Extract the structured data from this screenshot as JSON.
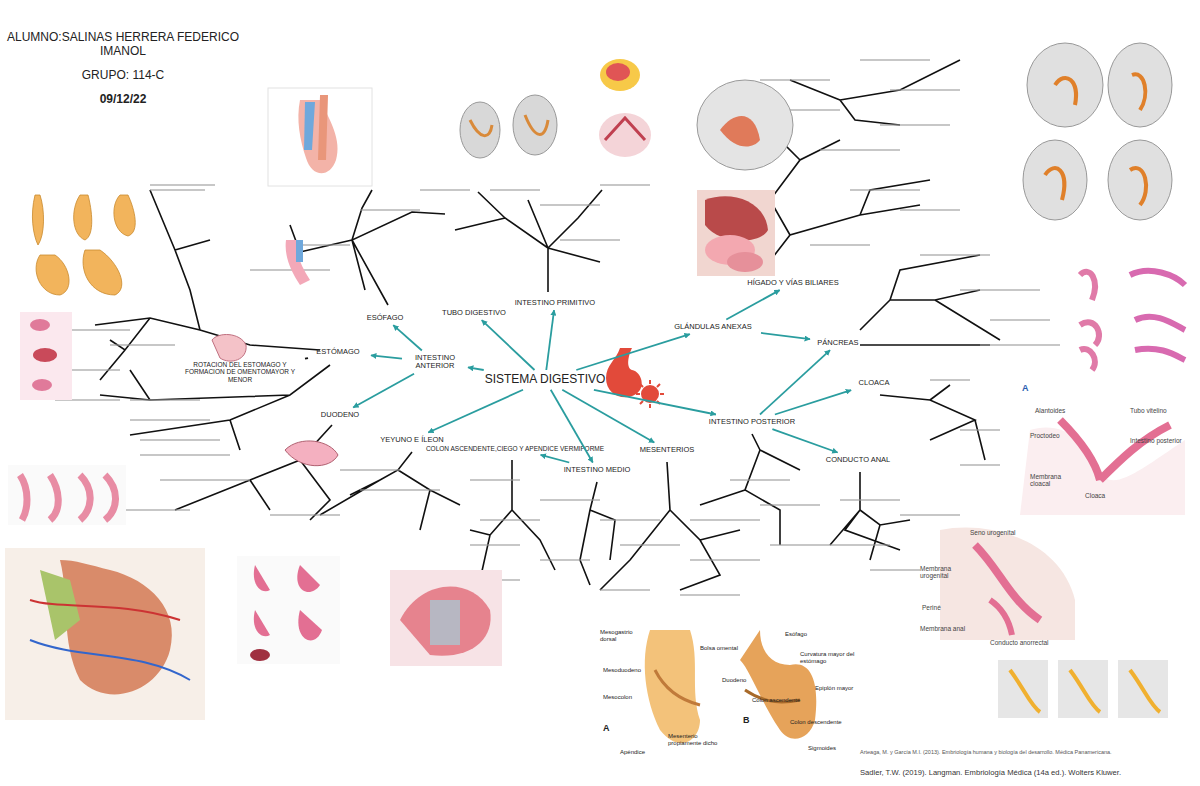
{
  "diagram": {
    "nodes": [
      {
        "text": [
          "SISTEMA DIGESTIVO"
        ]
      },
      {
        "text": [
          "INTESTINO ANTERIOR"
        ]
      },
      {
        "text": [
          "ESÓFAGO"
        ]
      },
      {
        "text": [
          "ESTÓMAGO"
        ]
      },
      {
        "text": [
          "ROTACION DEL ESTOMAGO Y FORMACION DE OMENTOMAYOR Y MENOR"
        ]
      },
      {
        "text": [
          "DUODENO"
        ]
      },
      {
        "text": [
          "TUBO DIGESTIVO"
        ]
      },
      {
        "text": [
          "INTESTINO PRIMITIVO"
        ]
      },
      {
        "text": [
          "GLÁNDULAS ANEXAS"
        ]
      },
      {
        "text": [
          "HÍGADO Y VÍAS BILIARES"
        ]
      },
      {
        "text": [
          "PÁNCREAS"
        ]
      },
      {
        "text": [
          "INTESTINO POSTERIOR"
        ]
      },
      {
        "text": [
          "CLOACA"
        ]
      },
      {
        "text": [
          "CONDUCTO ANAL"
        ]
      },
      {
        "text": [
          "MESENTERIOS"
        ]
      },
      {
        "text": [
          "INTESTINO MEDIO"
        ]
      },
      {
        "text": [
          "YEYUNO E ÍLEON"
        ]
      },
      {
        "text": [
          "COLON ASCENDENTE,CIEGO Y APENDICE VERMIFORME"
        ]
      }
    ],
    "edges": [
      {
        "from": 0,
        "to": 1,
        "arrow": "to"
      },
      {
        "from": 0,
        "to": 6,
        "arrow": "to"
      },
      {
        "from": 0,
        "to": 7,
        "arrow": "to"
      },
      {
        "from": 0,
        "to": 8,
        "arrow": "to"
      },
      {
        "from": 0,
        "to": 11,
        "arrow": "to"
      },
      {
        "from": 0,
        "to": 14,
        "arrow": "to"
      },
      {
        "from": 0,
        "to": 15,
        "arrow": "to"
      },
      {
        "from": 0,
        "to": 16,
        "arrow": "to"
      },
      {
        "from": 1,
        "to": 2,
        "arrow": "to"
      },
      {
        "from": 1,
        "to": 3,
        "arrow": "to"
      },
      {
        "from": 1,
        "to": 5,
        "arrow": "to"
      },
      {
        "from": 3,
        "to": 4,
        "arrow": "none"
      },
      {
        "from": 15,
        "to": 17,
        "arrow": "to"
      },
      {
        "from": 8,
        "to": 9,
        "arrow": "to"
      },
      {
        "from": 8,
        "to": 10,
        "arrow": "to"
      },
      {
        "from": 11,
        "to": 10,
        "arrow": "to"
      },
      {
        "from": 11,
        "to": 12,
        "arrow": "to"
      },
      {
        "from": 11,
        "to": 13,
        "arrow": "to"
      }
    ],
    "labels": [
      "ALUMNO:SALINAS HERRERA FEDERICO IMANOL",
      "GRUPO: 114-C",
      "09/12/22",
      "Arteaga, M. y García M.I. (2013). Embriología humana y biología del desarrollo. Médica Panamericana.",
      "Sadler, T.W. (2019). Langman. Embriología Médica (14a ed.). Wolters Kluwer.",
      "Mesogastrio dorsal",
      "Bolsa omental",
      "Mesoduodeno",
      "Mesocolon",
      "Mesenterio propiamente dicho",
      "Apéndice",
      "A",
      "Esófago",
      "Duodeno",
      "Curvatura mayor del estómago",
      "Colon ascendente",
      "Epiplón mayor",
      "Colon descendente",
      "Sigmoides",
      "B",
      "A",
      "Alantoides",
      "Tubo vitelino",
      "Proctodeo",
      "Intestino posterior",
      "Membrana cloacal",
      "Cloaca",
      "Seno urogenital",
      "Membrana urogenital",
      "Periné",
      "Membrana anal",
      "Conducto anorrectal"
    ]
  }
}
